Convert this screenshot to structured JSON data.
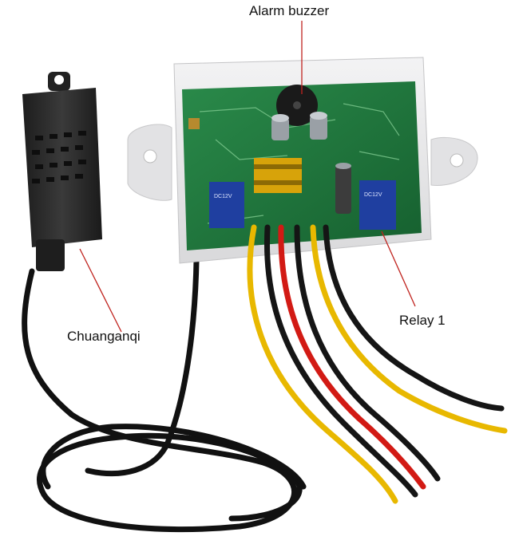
{
  "labels": {
    "alarm_buzzer": "Alarm buzzer",
    "sensor": "Chuanganqi",
    "relay": "Relay 1"
  },
  "colors": {
    "background": "#ffffff",
    "enclosure": "#e9e9ea",
    "pcb": "#1f7a3f",
    "sensor_body": "#2a2a2a",
    "cable": "#111111",
    "wire_yellow": "#e8b800",
    "wire_red": "#d21a14",
    "wire_black": "#151515",
    "callout_line": "#c0241f"
  },
  "components": {
    "relay_left": "blue relay",
    "relay_right": "blue relay",
    "buzzer": "black round buzzer",
    "transformer": "yellow transformer"
  }
}
